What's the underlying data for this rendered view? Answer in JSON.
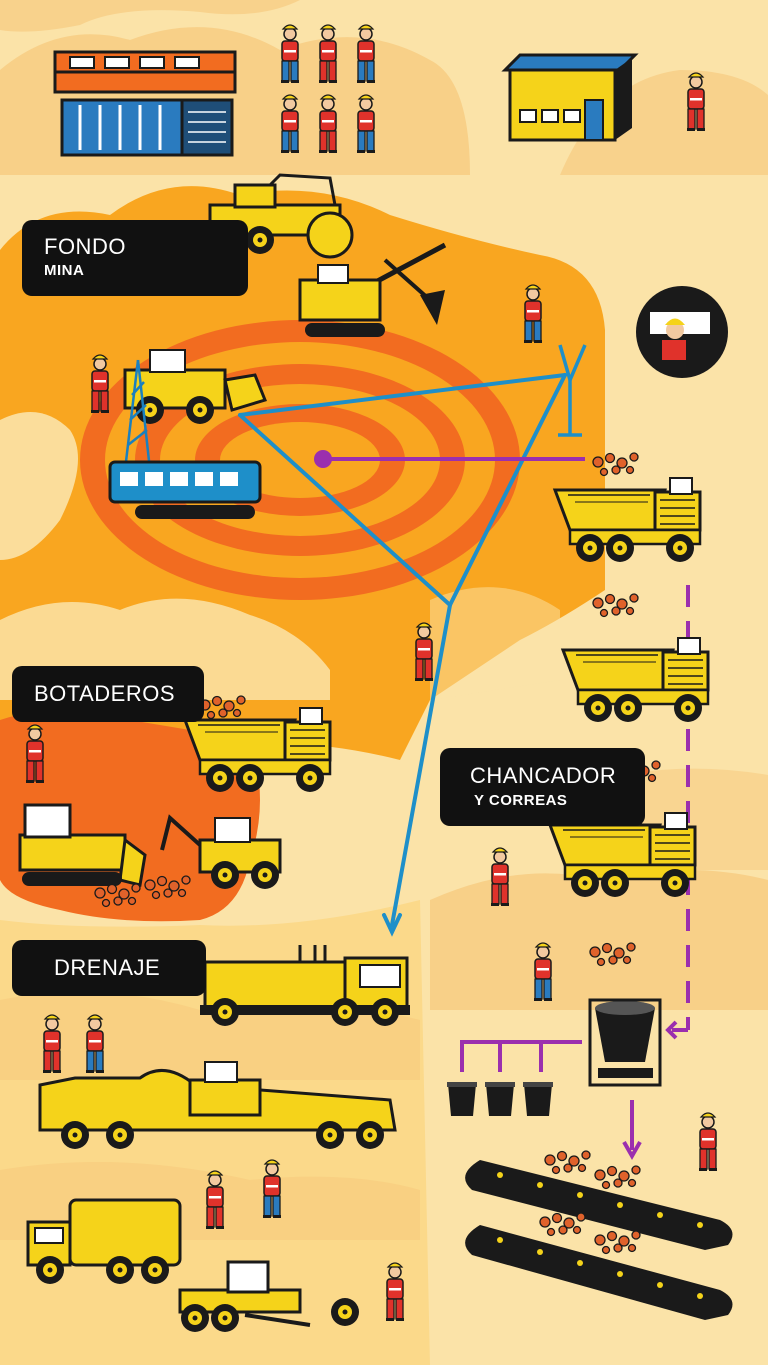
{
  "labels": {
    "fondo": {
      "title": "FONDO",
      "subtitle": "MINA"
    },
    "botaderos": {
      "title": "BOTADEROS"
    },
    "chancador": {
      "title": "CHANCADOR",
      "subtitle": "Y CORREAS"
    },
    "drenaje": {
      "title": "DRENAJE"
    }
  },
  "colors": {
    "sand": "#fbe3a8",
    "orange": "#f9a620",
    "deep_orange": "#f26c20",
    "machine_yellow": "#f5d31a",
    "signal_blue": "#1e8fc9",
    "flow_purple": "#9b2fae",
    "outline": "#1a1a1a",
    "worker_red": "#e0322b",
    "worker_blue": "#2a7bbf"
  },
  "icons": [
    "office-building-icon",
    "warehouse-icon",
    "worker-icon",
    "compactor-roller-icon",
    "excavator-shovel-icon",
    "wheel-loader-icon",
    "drill-rig-icon",
    "antenna-icon",
    "control-room-operator-icon",
    "haul-truck-icon",
    "bulldozer-icon",
    "backhoe-icon",
    "tanker-truck-icon",
    "lowboy-trailer-icon",
    "water-truck-icon",
    "motor-grader-icon",
    "crusher-hopper-icon",
    "bin-icon",
    "conveyor-belt-icon",
    "ore-rocks-icon"
  ]
}
